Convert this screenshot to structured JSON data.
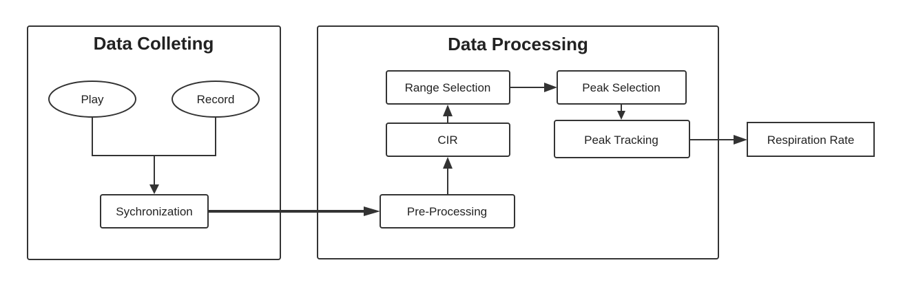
{
  "groups": {
    "collecting": {
      "title": "Data Colleting"
    },
    "processing": {
      "title": "Data Processing"
    }
  },
  "nodes": {
    "play": {
      "label": "Play",
      "shape": "ellipse"
    },
    "record": {
      "label": "Record",
      "shape": "ellipse"
    },
    "sync": {
      "label": "Sychronization"
    },
    "preprocessing": {
      "label": "Pre-Processing"
    },
    "cir": {
      "label": "CIR"
    },
    "range_selection": {
      "label": "Range Selection"
    },
    "peak_selection": {
      "label": "Peak Selection"
    },
    "peak_tracking": {
      "label": "Peak Tracking"
    },
    "respiration_rate": {
      "label": "Respiration Rate"
    }
  },
  "edges": [
    {
      "from": "play",
      "to": "sync",
      "style": "merge"
    },
    {
      "from": "record",
      "to": "sync",
      "style": "merge"
    },
    {
      "from": "sync",
      "to": "preprocessing",
      "style": "thick"
    },
    {
      "from": "preprocessing",
      "to": "cir"
    },
    {
      "from": "cir",
      "to": "range_selection"
    },
    {
      "from": "range_selection",
      "to": "peak_selection"
    },
    {
      "from": "peak_selection",
      "to": "peak_tracking"
    },
    {
      "from": "peak_tracking",
      "to": "respiration_rate"
    }
  ],
  "colors": {
    "stroke": "#333333",
    "background": "#ffffff",
    "text": "#222222"
  }
}
